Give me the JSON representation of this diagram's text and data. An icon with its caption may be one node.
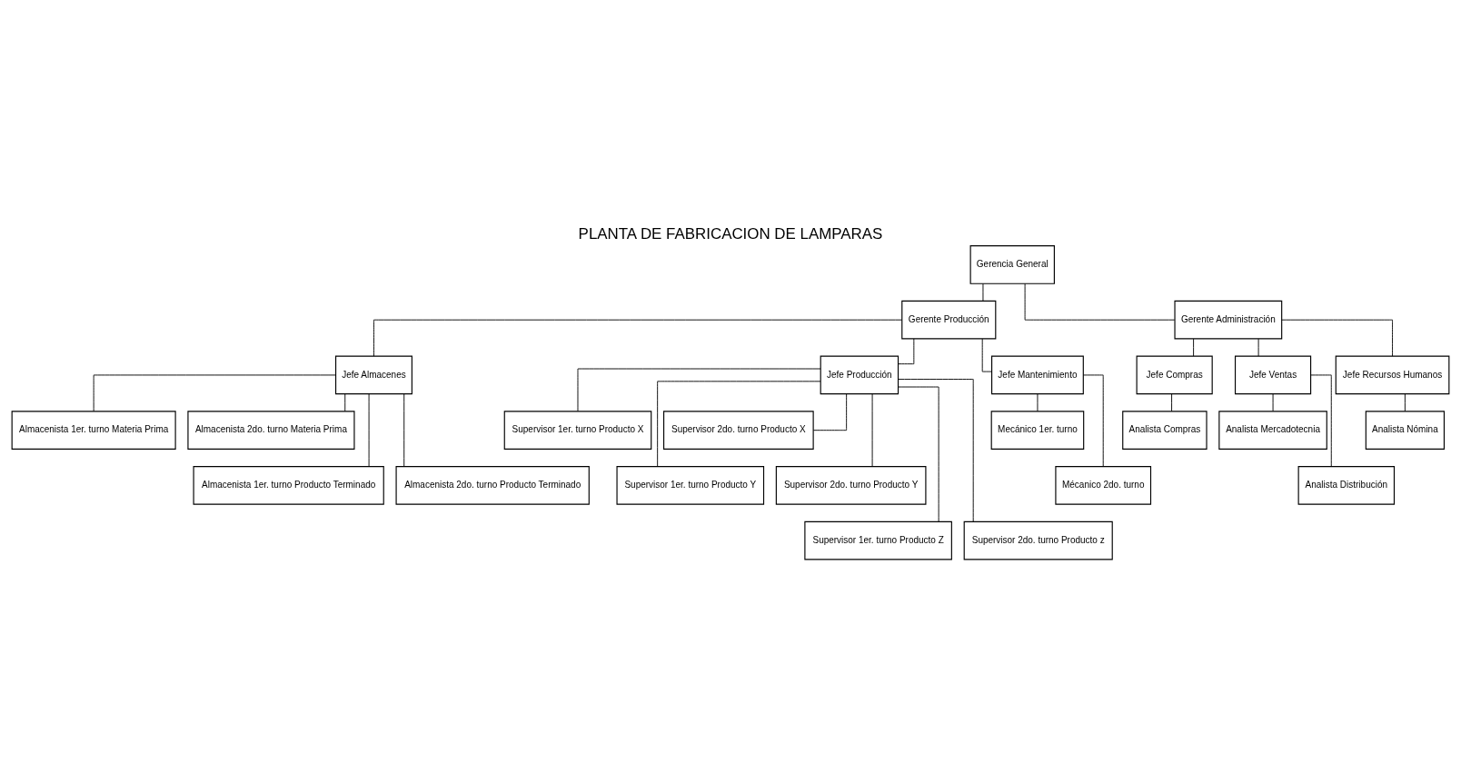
{
  "diagram": {
    "title": "PLANTA DE FABRICACION DE LAMPARAS",
    "nodes": [
      {
        "text": [
          "Gerencia General"
        ]
      },
      {
        "text": [
          "Gerente Producción"
        ]
      },
      {
        "text": [
          "Gerente Administración"
        ]
      },
      {
        "text": [
          "Jefe Almacenes"
        ]
      },
      {
        "text": [
          "Jefe Producción"
        ]
      },
      {
        "text": [
          "Jefe Mantenimiento"
        ]
      },
      {
        "text": [
          "Jefe Compras"
        ]
      },
      {
        "text": [
          "Jefe Ventas"
        ]
      },
      {
        "text": [
          "Jefe Recursos Humanos"
        ]
      },
      {
        "text": [
          "Almacenista 1er. turno Materia Prima"
        ]
      },
      {
        "text": [
          "Almacenista 2do. turno Materia Prima"
        ]
      },
      {
        "text": [
          "Almacenista 1er. turno Producto Terminado"
        ]
      },
      {
        "text": [
          "Almacenista 2do. turno Producto Terminado"
        ]
      },
      {
        "text": [
          "Supervisor 1er. turno Producto X"
        ]
      },
      {
        "text": [
          "Supervisor 2do. turno Producto X"
        ]
      },
      {
        "text": [
          "Supervisor 1er. turno Producto Y"
        ]
      },
      {
        "text": [
          "Supervisor 2do. turno Producto Y"
        ]
      },
      {
        "text": [
          "Supervisor 1er. turno Producto Z"
        ]
      },
      {
        "text": [
          "Supervisor 2do. turno Producto z"
        ]
      },
      {
        "text": [
          "Mecánico 1er. turno"
        ]
      },
      {
        "text": [
          "Mécanico 2do. turno"
        ]
      },
      {
        "text": [
          "Analista Compras"
        ]
      },
      {
        "text": [
          "Analista Mercadotecnia"
        ]
      },
      {
        "text": [
          "Analista Distribución"
        ]
      },
      {
        "text": [
          "Analista Nómina"
        ]
      }
    ],
    "edges": [
      {
        "from": 0,
        "to": 1,
        "arrow": "none"
      },
      {
        "from": 0,
        "to": 2,
        "arrow": "none"
      },
      {
        "from": 1,
        "to": 3,
        "arrow": "none"
      },
      {
        "from": 1,
        "to": 4,
        "arrow": "none"
      },
      {
        "from": 1,
        "to": 5,
        "arrow": "none"
      },
      {
        "from": 2,
        "to": 6,
        "arrow": "none"
      },
      {
        "from": 2,
        "to": 7,
        "arrow": "none"
      },
      {
        "from": 2,
        "to": 8,
        "arrow": "none"
      },
      {
        "from": 3,
        "to": 9,
        "arrow": "none"
      },
      {
        "from": 3,
        "to": 10,
        "arrow": "none"
      },
      {
        "from": 3,
        "to": 11,
        "arrow": "none"
      },
      {
        "from": 3,
        "to": 12,
        "arrow": "none"
      },
      {
        "from": 4,
        "to": 13,
        "arrow": "none"
      },
      {
        "from": 4,
        "to": 14,
        "arrow": "none"
      },
      {
        "from": 4,
        "to": 15,
        "arrow": "none"
      },
      {
        "from": 4,
        "to": 16,
        "arrow": "none"
      },
      {
        "from": 4,
        "to": 17,
        "arrow": "none"
      },
      {
        "from": 4,
        "to": 18,
        "arrow": "none"
      },
      {
        "from": 5,
        "to": 19,
        "arrow": "none"
      },
      {
        "from": 5,
        "to": 20,
        "arrow": "none"
      },
      {
        "from": 6,
        "to": 21,
        "arrow": "none"
      },
      {
        "from": 7,
        "to": 22,
        "arrow": "none"
      },
      {
        "from": 7,
        "to": 23,
        "arrow": "none"
      },
      {
        "from": 8,
        "to": 24,
        "arrow": "none"
      }
    ]
  }
}
